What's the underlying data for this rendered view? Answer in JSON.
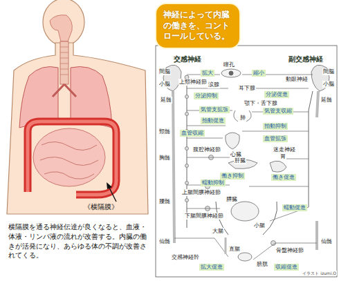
{
  "diagram": {
    "caption": "横隔膜を通る神経伝達が良くなると、血液・体液・リンパ液の流れが改善する。内臓の働きが活発になり、あらゆる体の不調が改善されてくる。",
    "nodes": [
      {
        "text": [
          "神経によって内臓の働きを、コントロールしている。"
        ]
      }
    ],
    "labels": [
      "《横隔膜》",
      "交感神経",
      "副交感神経",
      "間脳",
      "小脳",
      "延髄",
      "頸髄",
      "胸髄",
      "腰髄",
      "仙髄",
      "交感神経幹",
      "間脳",
      "小脳",
      "延髄",
      "仙髄",
      "瞳孔",
      "拡大",
      "縮小",
      "上頸神経節",
      "涙腺",
      "耳下腺",
      "動眼神経",
      "分泌抑制",
      "分泌促進",
      "顎下・舌下腺",
      "気管支拡張",
      "気管支収縮",
      "肺",
      "拍動促進",
      "拍動抑制",
      "血管収縮",
      "心臓",
      "血管拡張",
      "迷走神経",
      "腹腔神経節",
      "肝臓",
      "胃",
      "働き抑制",
      "働き促進",
      "蠕動抑制",
      "上腸間膜神経節",
      "膵臓",
      "蠕動促進",
      "下腸間膜神経節",
      "小腸",
      "大腸",
      "直腸",
      "骨盤神経節",
      "膀胱",
      "拡大促進",
      "収縮促進",
      "イラスト izumi.O"
    ]
  }
}
